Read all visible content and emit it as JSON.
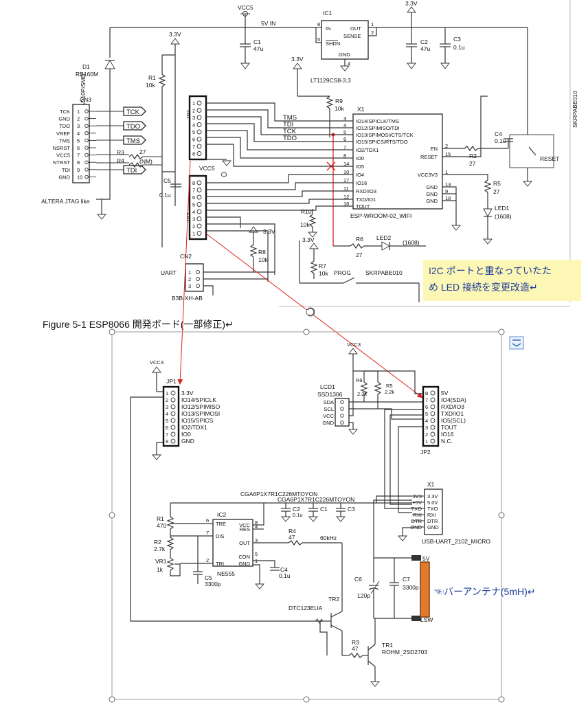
{
  "caption": "Figure 5-1  ESP8066 開発ボード(一部修正)↵",
  "note": {
    "line1": "I2C ポートと重なっていたた",
    "line2": "め LED 接続を変更改造↵"
  },
  "antenna_label": "☜バーアンテナ(5mH)↵",
  "top": {
    "vcc5": "VCC5",
    "v5in": "5V IN",
    "ic1": "IC1",
    "ic1_pins": {
      "in": "IN",
      "out": "OUT",
      "sense": "SENSE",
      "shdn": "SHDN",
      "gnd": "GND",
      "p8": "8",
      "p5": "5",
      "p1": "1",
      "p2": "2",
      "p4": "4"
    },
    "ic1_part": "LT1129CS8-3.3",
    "v33": "3.3V",
    "c1": [
      "C1",
      "47u"
    ],
    "c2": [
      "C2",
      "47u"
    ],
    "c3": [
      "C3",
      "0.1u"
    ],
    "d1": [
      "D1",
      "RB160M"
    ],
    "r1": [
      "R1",
      "10k"
    ],
    "r9": [
      "R9",
      "10k"
    ],
    "cn3": "CN3",
    "cn3_side": "HALF-PINHEAD10P/SMD",
    "cn3_pins": [
      "TCK",
      "GND",
      "TDO",
      "VREF",
      "TMS",
      "NSRST",
      "VCC5",
      "NTRST",
      "TDI",
      "GND"
    ],
    "cn3_nums": [
      "1",
      "2",
      "3",
      "4",
      "5",
      "6",
      "7",
      "8",
      "9",
      "10"
    ],
    "tags": [
      "TCK",
      "TDO",
      "TMS",
      "TDI"
    ],
    "r3": [
      "R3",
      "27"
    ],
    "r4": [
      "R4",
      "(NM)"
    ],
    "altera": "ALTERA JTAG like",
    "jp1": "JP1",
    "jp2": "JP2",
    "c5": [
      "C5",
      "0.1u"
    ],
    "x1": "X1",
    "x1_part": "ESP-WROOM-02_WIFI",
    "x1_left": [
      "IO14/SPICLK/TMS",
      "IO12/SPIMISO/TDI",
      "IO13/SPIMOSI/CTS/TCK",
      "IO15/SPICS/RTS/TDO",
      "IO2/TDX1",
      "IO0",
      "IO5",
      "IO4",
      "IO16",
      "RXD/IO3",
      "TXD/IO1",
      "TOUT"
    ],
    "x1_lnums": [
      "3",
      "4",
      "5",
      "6",
      "7",
      "8",
      "14",
      "10",
      "17",
      "11",
      "12",
      "16"
    ],
    "x1_right": [
      "EN",
      "RESET",
      "VCC3V3",
      "GND",
      "GND",
      "GND"
    ],
    "x1_rnums": [
      "2",
      "15",
      "1",
      "13",
      "9",
      "18"
    ],
    "nets": [
      "TMS",
      "TDI",
      "TCK",
      "TDO"
    ],
    "c4": [
      "C4",
      "0.1u"
    ],
    "sw": "SKRPABE010",
    "reset": "RESET",
    "r2": [
      "R2",
      "27"
    ],
    "r5": [
      "R5",
      "27"
    ],
    "led1": [
      "LED1",
      "(1608)"
    ],
    "r10": [
      "R10",
      "10k"
    ],
    "r8": [
      "R8",
      "10k"
    ],
    "r7": [
      "R7",
      "10k"
    ],
    "r6": [
      "R6",
      "27"
    ],
    "led2": [
      "LED2",
      "(1608)"
    ],
    "prog": "PROG",
    "prog_sw": "SKRPABE010",
    "cn2": "CN2",
    "uart": "UART",
    "cn2_part": "B3B-XH-AB",
    "cn2_nums": [
      "1",
      "2",
      "3"
    ]
  },
  "bottom": {
    "vcc3": "VCC3",
    "jp1": "JP1",
    "jp1_pins": [
      "3.3V",
      "IO14/SPICLK",
      "IO12/SPIMISO",
      "IO13/SPIMOSI",
      "IO15/SPICS",
      "IO2/TDX1",
      "IO0",
      "GND"
    ],
    "jp1_nums": [
      "1",
      "2",
      "3",
      "4",
      "5",
      "6",
      "7",
      "8"
    ],
    "lcd1": "LCD1",
    "lcd_part": "SSD1306",
    "lcd_pins": [
      "SDA",
      "SCL",
      "VCC",
      "GND"
    ],
    "r6": [
      "R6",
      "2.2k"
    ],
    "r5": [
      "R5",
      "2.2k"
    ],
    "jp2": "JP2",
    "jp2_pins": [
      "5V",
      "IO4(SDA)",
      "RXD/IO3",
      "TXD/IO1",
      "IO5(SCL)",
      "TOUT",
      "IO16",
      "N.C."
    ],
    "jp2_nums": [
      "8",
      "7",
      "6",
      "5",
      "4",
      "3",
      "2",
      "1"
    ],
    "cap_part1": "CGA6P1X7R1C226MTOYON",
    "cap_part2": "CGA6P1X7R1C226MTOYON",
    "c2": [
      "C2",
      "0.1u"
    ],
    "c1": "C1",
    "c3": "C3",
    "x1": "X1",
    "x1_outer": [
      "3V3",
      "+5V",
      "TXO",
      "RXI",
      "DTR",
      "GND"
    ],
    "x1_inner": [
      "3.3V",
      "5.0V",
      "TXO",
      "RXI",
      "DTR",
      "GND"
    ],
    "x1_part": "USB-UART_2102_MICRO",
    "r1": [
      "R1",
      "470"
    ],
    "r2": [
      "R2",
      "2.7k"
    ],
    "vr1": [
      "VR1",
      "1k"
    ],
    "ic2": "IC2",
    "ic2_left": [
      "TRE",
      "DIS",
      "TRI"
    ],
    "ic2_lnums": [
      "6",
      "7",
      "2"
    ],
    "ic2_right": [
      "VCC",
      "RES",
      "OUT",
      "CON",
      "GND"
    ],
    "ic2_rnums": [
      "8",
      "4",
      "3",
      "5",
      "1"
    ],
    "ic2_part": "NE555",
    "c5": [
      "C5",
      "3300p"
    ],
    "r4": [
      "R4",
      "47"
    ],
    "freq": "60kHz",
    "c4": [
      "C4",
      "0.1u"
    ],
    "c6": [
      "C6",
      "120p"
    ],
    "c7": [
      "C7",
      "3300p"
    ],
    "ant_top": "5V",
    "ant_bot": "LSW",
    "tr2": [
      "TR2",
      "DTC123EUA"
    ],
    "r3": [
      "R3",
      "47"
    ],
    "tr1": [
      "TR1",
      "ROHM_2SD2703"
    ]
  }
}
